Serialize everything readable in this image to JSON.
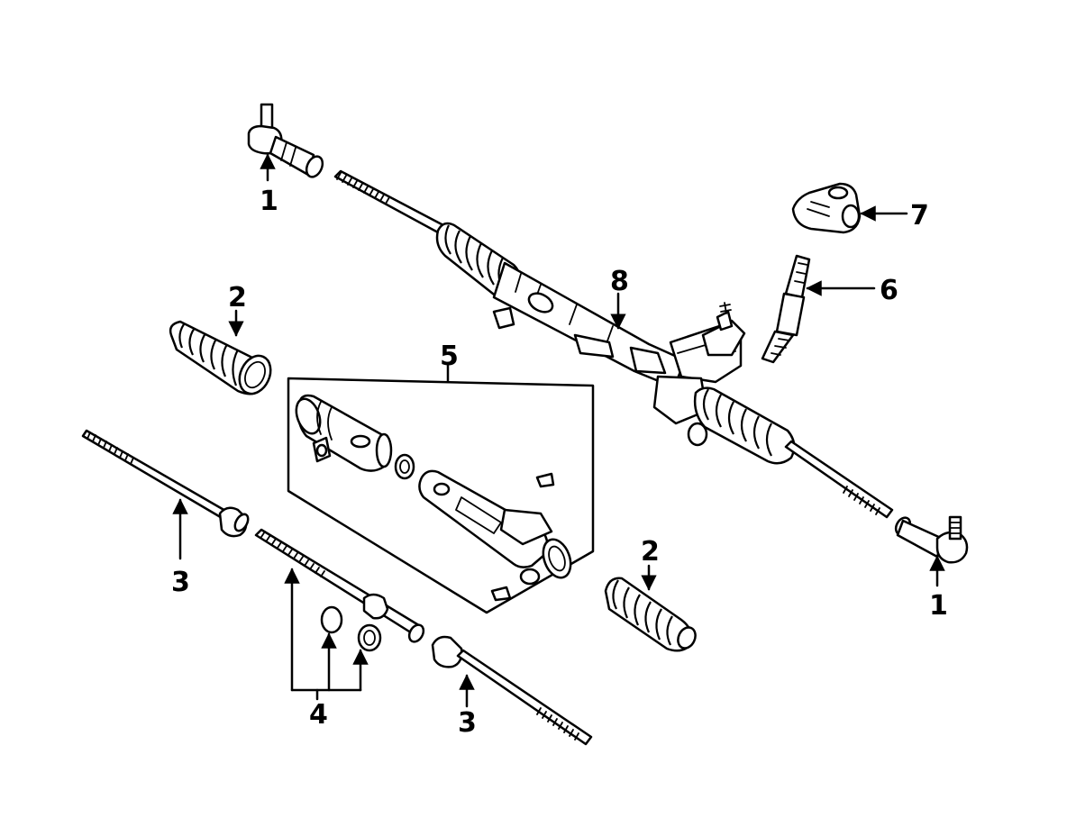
{
  "callouts": {
    "c1a": "1",
    "c1b": "1",
    "c2a": "2",
    "c2b": "2",
    "c3a": "3",
    "c3b": "3",
    "c4": "4",
    "c5": "5",
    "c6": "6",
    "c7": "7",
    "c8": "8"
  },
  "colors": {
    "line": "#000000",
    "background": "#ffffff"
  }
}
